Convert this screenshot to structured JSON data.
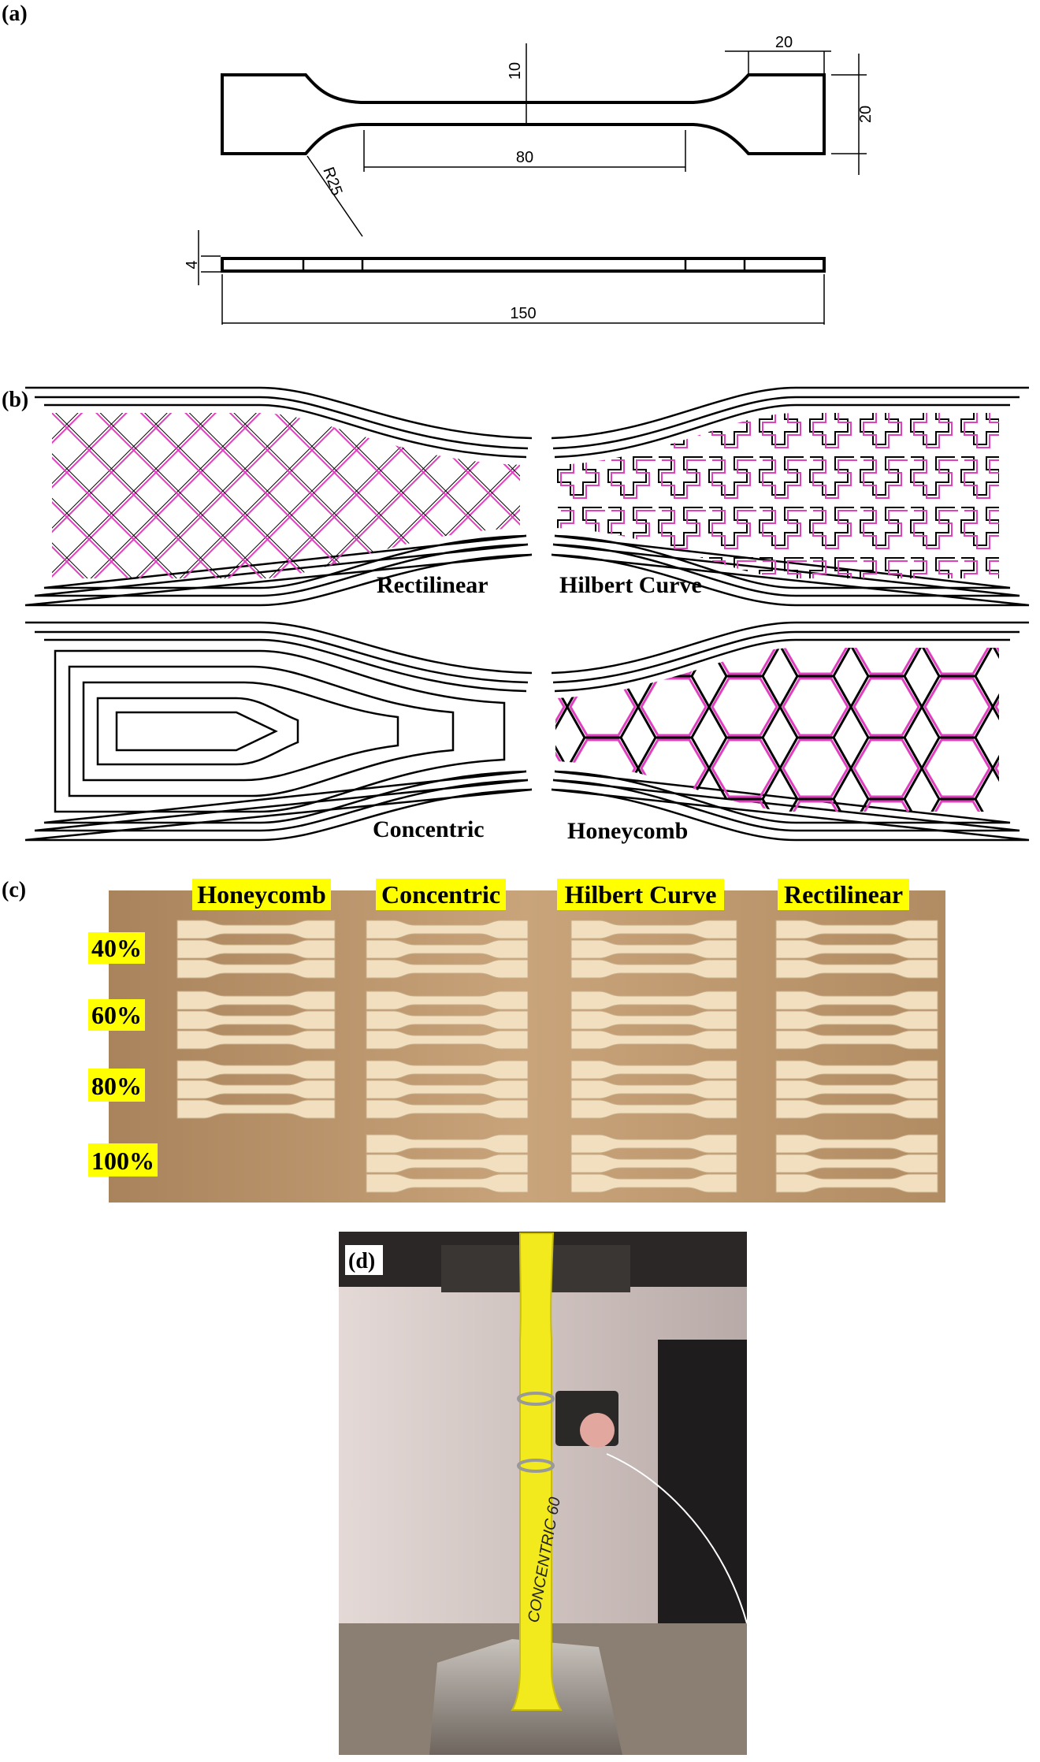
{
  "panels": {
    "a": {
      "label": "(a)",
      "dimensions": {
        "gauge_width": "10",
        "grip_length": "20",
        "grip_width": "20",
        "gauge_length": "80",
        "radius": "R25",
        "thickness": "4",
        "total_length": "150"
      }
    },
    "b": {
      "label": "(b)",
      "patterns": [
        "Rectilinear",
        "Hilbert Curve",
        "Concentric",
        "Honeycomb"
      ]
    },
    "c": {
      "label": "(c)",
      "columns": [
        "Honeycomb",
        "Concentric",
        "Hilbert Curve",
        "Rectilinear"
      ],
      "rows": [
        "40%",
        "60%",
        "80%",
        "100%"
      ]
    },
    "d": {
      "label": "(d)",
      "specimen_text": "CONCENTRIC 60"
    }
  },
  "colors": {
    "infill_pink": "#e040c0",
    "highlight": "#ffff00",
    "specimen_yellow": "#f2ea1c",
    "photo_bg": "#b38d63"
  }
}
